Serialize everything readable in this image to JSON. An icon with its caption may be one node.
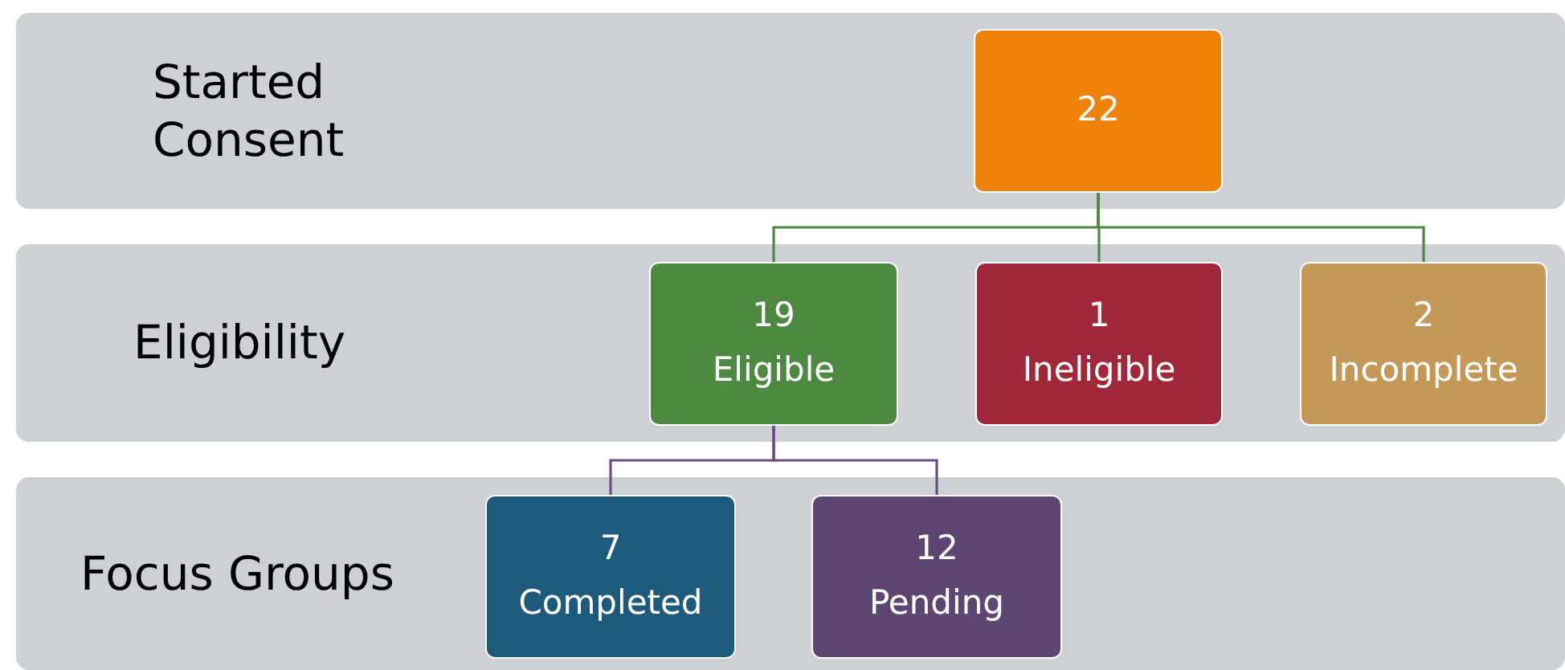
{
  "diagram": {
    "nodes": [
      {
        "text": [
          "Started Consent"
        ]
      },
      {
        "text": [
          "22"
        ],
        "in": 0
      },
      {
        "text": [
          "Eligibility"
        ]
      },
      {
        "text": [
          "19",
          "Eligible"
        ],
        "in": 2
      },
      {
        "text": [
          "1",
          "Ineligible"
        ],
        "in": 2
      },
      {
        "text": [
          "2",
          "Incomplete"
        ],
        "in": 2
      },
      {
        "text": [
          "Focus Groups"
        ]
      },
      {
        "text": [
          "7",
          "Completed"
        ],
        "in": 6
      },
      {
        "text": [
          "12",
          "Pending"
        ],
        "in": 6
      }
    ],
    "edges": [
      {
        "from": 1,
        "to": 3,
        "arrow": "none"
      },
      {
        "from": 1,
        "to": 4,
        "arrow": "none"
      },
      {
        "from": 1,
        "to": 5,
        "arrow": "none"
      },
      {
        "from": 3,
        "to": 7,
        "arrow": "none",
        "color": "#6a4c86"
      },
      {
        "from": 3,
        "to": 8,
        "arrow": "none",
        "color": "#6a4c86"
      }
    ]
  }
}
